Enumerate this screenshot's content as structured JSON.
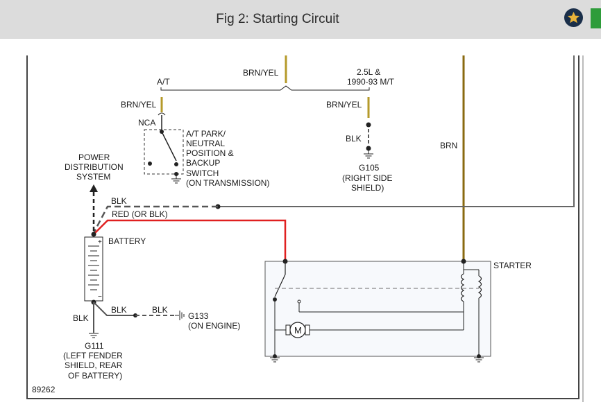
{
  "header": {
    "title": "Fig 2: Starting Circuit"
  },
  "header_icons": {
    "favorite": "star-icon",
    "action": "green-square-icon"
  },
  "colors": {
    "header_bg": "#dcdcdc",
    "wire_red": "#e02020",
    "wire_brown": "#8a6a10",
    "wire_grey": "#555555"
  },
  "diagram": {
    "top_wire": "BRN/YEL",
    "at_label": "A/T",
    "mt_label_1": "2.5L &",
    "mt_label_2": "1990-93 M/T",
    "left_wire": "BRN/YEL",
    "right_wire": "BRN/YEL",
    "nca": "NCA",
    "switch_1": "A/T PARK/",
    "switch_2": "NEUTRAL",
    "switch_3": "POSITION &",
    "switch_4": "BACKUP",
    "switch_5": "SWITCH",
    "switch_6": "(ON TRANSMISSION)",
    "blk_g105": "BLK",
    "g105_1": "G105",
    "g105_2": "(RIGHT SIDE",
    "g105_3": "SHIELD)",
    "brn": "BRN",
    "pds_1": "POWER",
    "pds_2": "DISTRIBUTION",
    "pds_3": "SYSTEM",
    "blk_dashed": "BLK",
    "red_wire": "RED (OR BLK)",
    "battery": "BATTERY",
    "starter": "STARTER",
    "blk_g133_a": "BLK",
    "blk_g133_b": "BLK",
    "g133_1": "G133",
    "g133_2": "(ON ENGINE)",
    "blk_g111": "BLK",
    "g111_1": "G111",
    "g111_2": "(LEFT FENDER",
    "g111_3": "SHIELD, REAR",
    "g111_4": "OF BATTERY)",
    "motor": "M",
    "plus": "+",
    "minus": "−",
    "figure_id": "89262"
  }
}
